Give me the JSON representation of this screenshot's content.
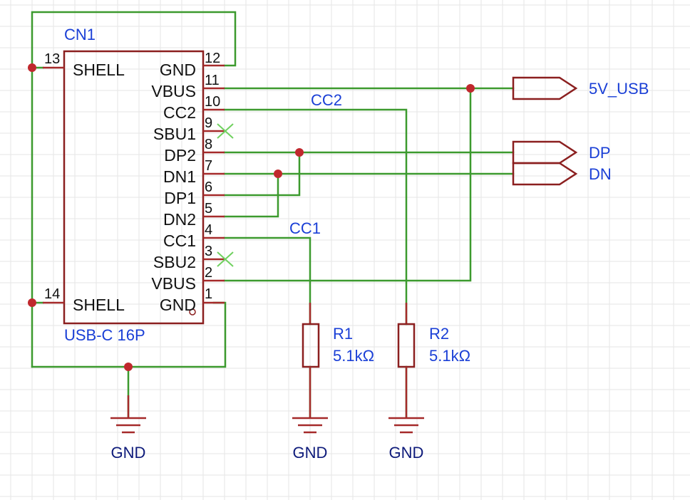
{
  "component": {
    "ref": "CN1",
    "value": "USB-C 16P",
    "pins_left": [
      {
        "name": "SHELL",
        "number": "13"
      },
      {
        "name": "SHELL",
        "number": "14"
      }
    ],
    "pins_right": [
      {
        "name": "GND",
        "number": "12"
      },
      {
        "name": "VBUS",
        "number": "11"
      },
      {
        "name": "CC2",
        "number": "10"
      },
      {
        "name": "SBU1",
        "number": "9"
      },
      {
        "name": "DP2",
        "number": "8"
      },
      {
        "name": "DN1",
        "number": "7"
      },
      {
        "name": "DP1",
        "number": "6"
      },
      {
        "name": "DN2",
        "number": "5"
      },
      {
        "name": "CC1",
        "number": "4"
      },
      {
        "name": "SBU2",
        "number": "3"
      },
      {
        "name": "VBUS",
        "number": "2"
      },
      {
        "name": "GND",
        "number": "1"
      }
    ]
  },
  "net_labels": {
    "cc2": "CC2",
    "cc1": "CC1"
  },
  "ports": [
    {
      "name": "5V_USB"
    },
    {
      "name": "DP"
    },
    {
      "name": "DN"
    }
  ],
  "resistors": [
    {
      "ref": "R1",
      "value": "5.1kΩ"
    },
    {
      "ref": "R2",
      "value": "5.1kΩ"
    }
  ],
  "grounds": [
    {
      "label": "GND"
    },
    {
      "label": "GND"
    },
    {
      "label": "GND"
    }
  ],
  "colors": {
    "wire": "#3c9a2e",
    "symbol": "#8b1f1f",
    "junction": "#c0282d",
    "net_label": "#1a3fd6",
    "no_connect": "#6fd05e"
  }
}
